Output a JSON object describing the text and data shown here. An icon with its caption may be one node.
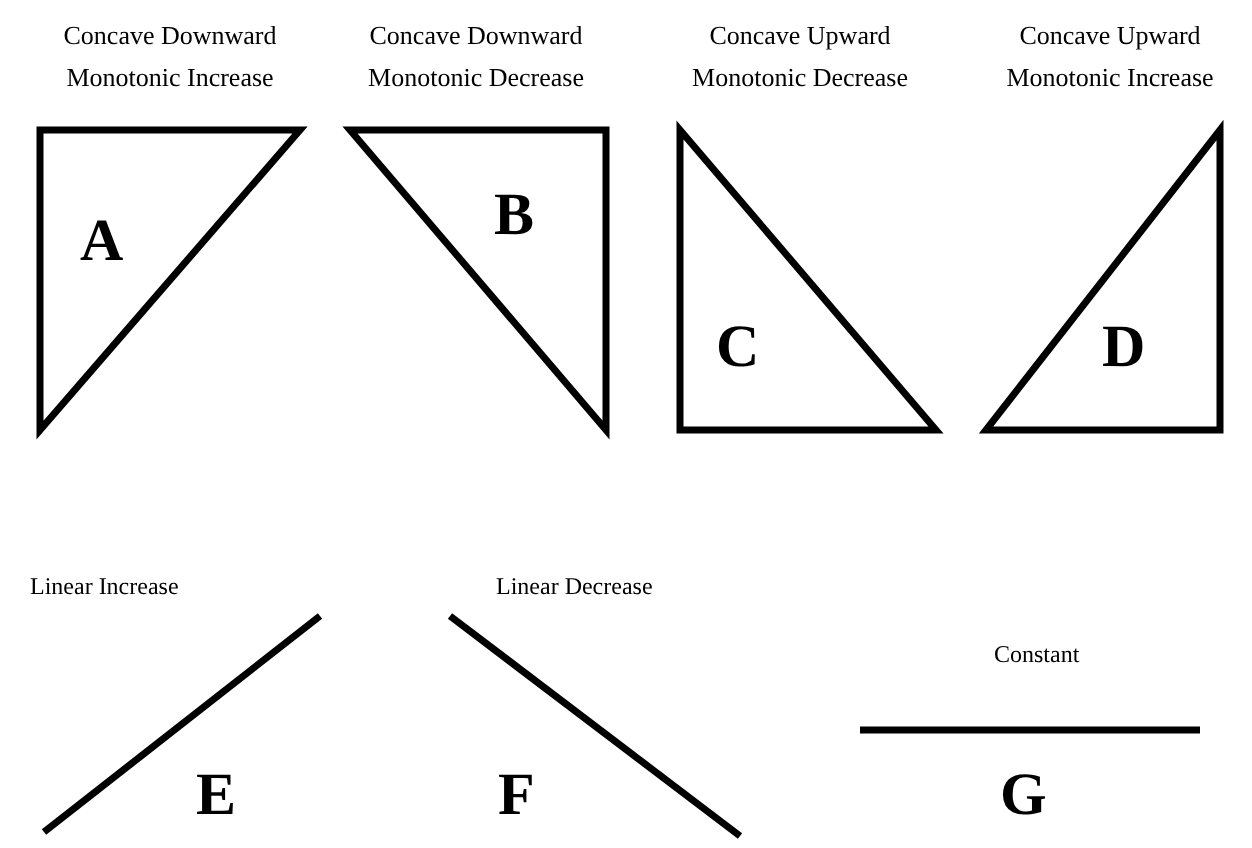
{
  "diagram": {
    "nodes": [
      {
        "text": [
          "Concave Downward Monotonic Increase",
          "A"
        ]
      },
      {
        "text": [
          "Concave Downward Monotonic Decrease",
          "B"
        ]
      },
      {
        "text": [
          "Concave Upward Monotonic Decrease",
          "C"
        ]
      },
      {
        "text": [
          "Concave Upward Monotonic Increase",
          "D"
        ]
      }
    ],
    "labels": [
      "Linear Increase",
      "Linear Decrease",
      "Constant",
      "E",
      "F",
      "G"
    ]
  }
}
